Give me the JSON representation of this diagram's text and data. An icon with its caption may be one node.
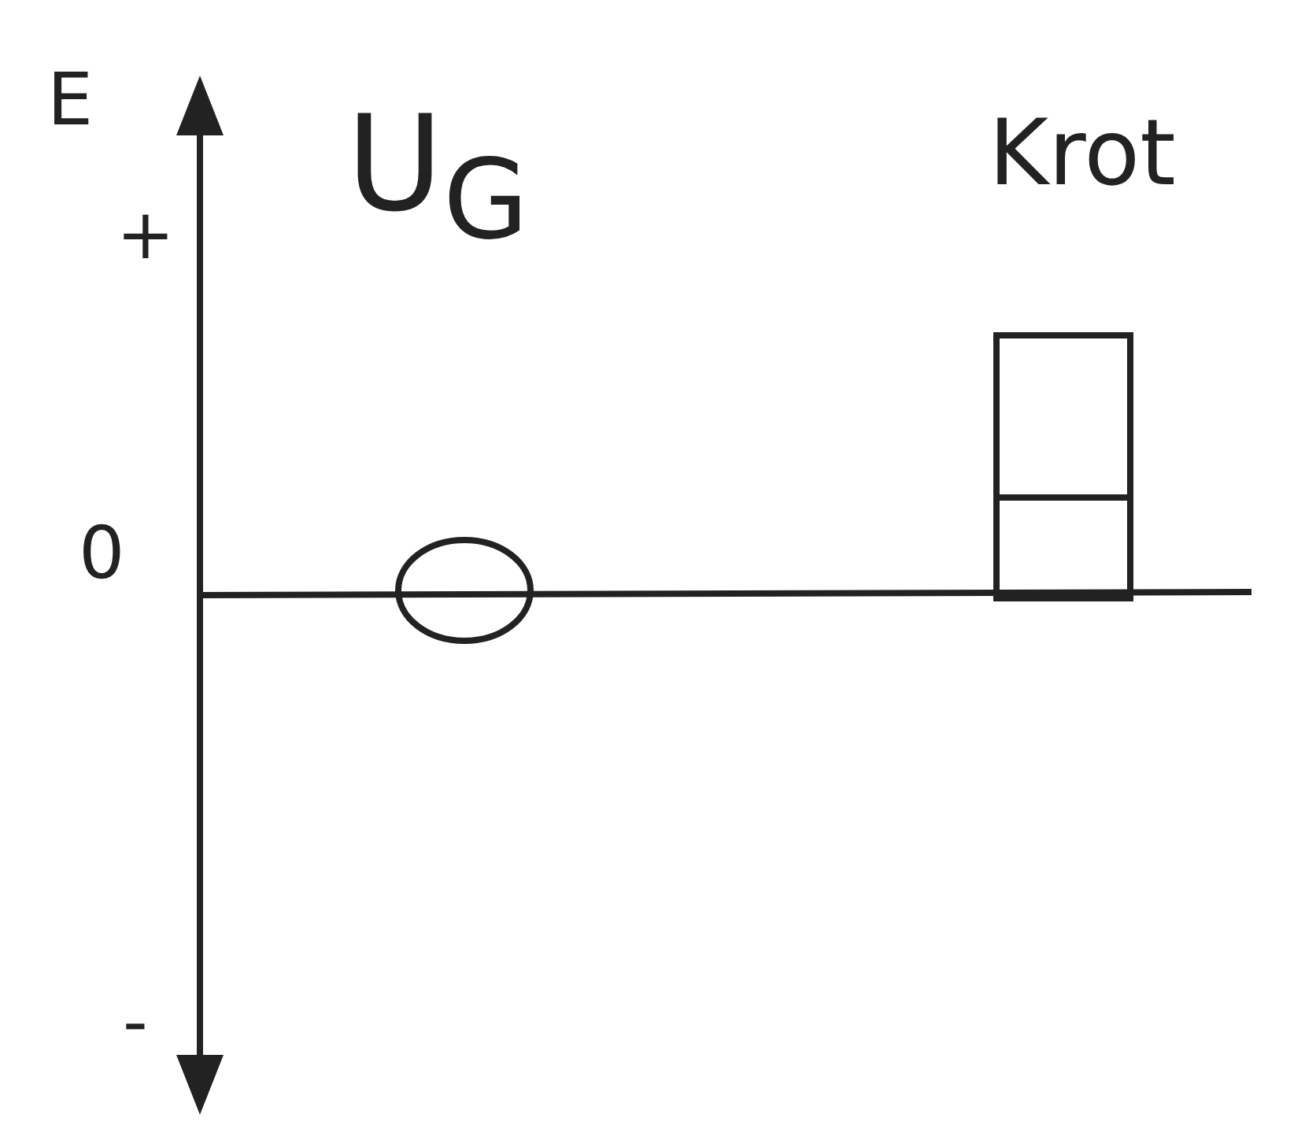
{
  "diagram": {
    "labels": [
      "E",
      "U$_{G}$",
      "Krot",
      "+",
      "0",
      "-"
    ]
  }
}
